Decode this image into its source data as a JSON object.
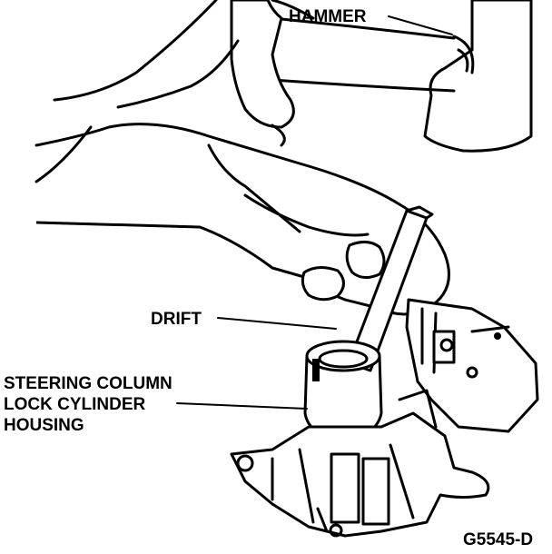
{
  "labels": {
    "hammer": "HAMMER",
    "drift": "DRIFT",
    "housing_line1": "STEERING COLUMN",
    "housing_line2": "LOCK CYLINDER",
    "housing_line3": "HOUSING",
    "figure_id": "G5545-D"
  }
}
